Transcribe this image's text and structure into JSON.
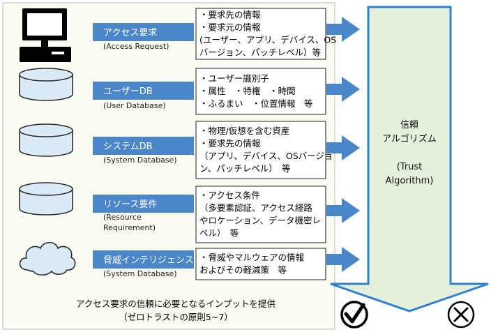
{
  "sources": [
    {
      "icon": "computer-icon",
      "title": "アクセス要求",
      "subtitle": [
        "(Access Request)"
      ],
      "info": [
        "・要求先の情報",
        "・要求元の情報",
        "(ユーザー、アプリ、デバイス、OS",
        "バージョン、パッチレベル）等"
      ]
    },
    {
      "icon": "database-icon",
      "title": "ユーザーDB",
      "subtitle": [
        "(User Database)"
      ],
      "info": [
        "・ユーザー識別子",
        "・属性　・特権　・時間",
        "・ふるまい　・位置情報　等"
      ]
    },
    {
      "icon": "database-icon",
      "title": "システムDB",
      "subtitle": [
        "(System Database)"
      ],
      "info": [
        "・物理/仮想を含む資産",
        "・要求先の情報",
        "（アプリ、デバイス、OSバージョ",
        "ン、パッチレベル）　等"
      ]
    },
    {
      "icon": "database-icon",
      "title": "リソース要件",
      "subtitle": [
        "(Resource",
        "Requirement)"
      ],
      "info": [
        "・アクセス条件",
        "（多要素認証、アクセス経路",
        "やロケーション、データ機密レ",
        "ベル）　等"
      ]
    },
    {
      "icon": "cloud-icon",
      "title": "脅威インテリジェンス",
      "subtitle": [
        "(System Database)"
      ],
      "info": [
        "・脅威やマルウェアの情報",
        "およびその軽減策　等"
      ]
    }
  ],
  "caption": [
    "アクセス要求の信頼に必要となるインプットを提供",
    "（ゼロトラストの原則5~7）"
  ],
  "trust_algorithm": {
    "label": [
      "信頼",
      "アルゴリズム",
      "",
      "(Trust",
      "Algorithm)"
    ]
  },
  "outcomes": [
    {
      "icon": "check-circle-icon"
    },
    {
      "icon": "cross-circle-icon"
    }
  ],
  "colors": {
    "panel_bg": "#fbfbf1",
    "label_blue": "#4a86c8",
    "arrow_fill": "#e4f0dc",
    "arrow_stroke": "#2f82d0",
    "icon_fill": "#daeaf7",
    "icon_stroke": "#2b2b2b"
  }
}
